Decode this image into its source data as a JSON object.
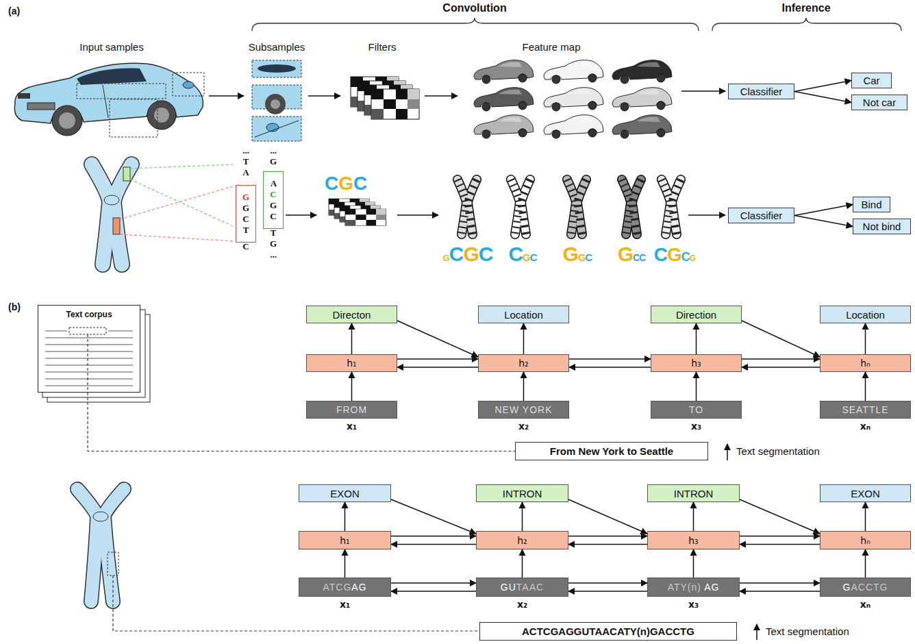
{
  "diagram": {
    "nodes": [
      {
        "text": [
          "Classifier"
        ]
      },
      {
        "text": [
          "Car"
        ]
      },
      {
        "text": [
          "Not car"
        ]
      },
      {
        "text": [
          "G G C T"
        ]
      },
      {
        "text": [
          "A C G C"
        ]
      },
      {
        "text": [
          "Classifier"
        ]
      },
      {
        "text": [
          "Bind"
        ]
      },
      {
        "text": [
          "Not bind"
        ]
      },
      {
        "text": [
          "Text corpus"
        ]
      },
      {
        "text": [
          "Directon"
        ]
      },
      {
        "text": [
          "Location"
        ]
      },
      {
        "text": [
          "Direction"
        ]
      },
      {
        "text": [
          "Location"
        ]
      },
      {
        "text": [
          "h₁"
        ]
      },
      {
        "text": [
          "h₂"
        ]
      },
      {
        "text": [
          "h₃"
        ]
      },
      {
        "text": [
          "hₙ"
        ]
      },
      {
        "text": [
          "FROM"
        ]
      },
      {
        "text": [
          "NEW YORK"
        ]
      },
      {
        "text": [
          "TO"
        ]
      },
      {
        "text": [
          "SEATTLE"
        ]
      },
      {
        "text": [
          "From New York to Seattle"
        ]
      },
      {
        "text": [
          "EXON"
        ]
      },
      {
        "text": [
          "INTRON"
        ]
      },
      {
        "text": [
          "INTRON"
        ]
      },
      {
        "text": [
          "EXON"
        ]
      },
      {
        "text": [
          "h₁"
        ]
      },
      {
        "text": [
          "h₂"
        ]
      },
      {
        "text": [
          "h₃"
        ]
      },
      {
        "text": [
          "hₙ"
        ]
      },
      {
        "text": [
          "ATCGAG"
        ]
      },
      {
        "text": [
          "GUTAAC"
        ]
      },
      {
        "text": [
          "ATY(n) AG"
        ]
      },
      {
        "text": [
          "GACCTG"
        ]
      },
      {
        "text": [
          "ACTCGAGGUTAACATY(n)GACCTG"
        ]
      }
    ],
    "edges": [
      {
        "from": 0,
        "to": 1,
        "arrow": "to"
      },
      {
        "from": 0,
        "to": 2,
        "arrow": "to"
      },
      {
        "from": 5,
        "to": 6,
        "arrow": "to"
      },
      {
        "from": 5,
        "to": 7,
        "arrow": "to"
      },
      {
        "from": 8,
        "to": 21,
        "arrow": "none"
      },
      {
        "from": 17,
        "to": 13,
        "arrow": "to"
      },
      {
        "from": 18,
        "to": 14,
        "arrow": "to"
      },
      {
        "from": 19,
        "to": 15,
        "arrow": "to"
      },
      {
        "from": 20,
        "to": 16,
        "arrow": "to"
      },
      {
        "from": 13,
        "to": 9,
        "arrow": "to"
      },
      {
        "from": 14,
        "to": 10,
        "arrow": "to"
      },
      {
        "from": 15,
        "to": 11,
        "arrow": "to"
      },
      {
        "from": 16,
        "to": 12,
        "arrow": "to"
      },
      {
        "from": 13,
        "to": 14,
        "arrow": "to"
      },
      {
        "from": 14,
        "to": 13,
        "arrow": "to"
      },
      {
        "from": 14,
        "to": 15,
        "arrow": "to"
      },
      {
        "from": 15,
        "to": 14,
        "arrow": "to"
      },
      {
        "from": 15,
        "to": 16,
        "arrow": "to"
      },
      {
        "from": 16,
        "to": 15,
        "arrow": "to"
      },
      {
        "from": 9,
        "to": 14,
        "arrow": "to"
      },
      {
        "from": 11,
        "to": 16,
        "arrow": "to"
      },
      {
        "from": 30,
        "to": 26,
        "arrow": "to"
      },
      {
        "from": 31,
        "to": 27,
        "arrow": "to"
      },
      {
        "from": 32,
        "to": 28,
        "arrow": "to"
      },
      {
        "from": 33,
        "to": 29,
        "arrow": "to"
      },
      {
        "from": 26,
        "to": 22,
        "arrow": "to"
      },
      {
        "from": 27,
        "to": 23,
        "arrow": "to"
      },
      {
        "from": 28,
        "to": 24,
        "arrow": "to"
      },
      {
        "from": 29,
        "to": 25,
        "arrow": "to"
      },
      {
        "from": 26,
        "to": 27,
        "arrow": "to"
      },
      {
        "from": 27,
        "to": 26,
        "arrow": "to"
      },
      {
        "from": 27,
        "to": 28,
        "arrow": "to"
      },
      {
        "from": 28,
        "to": 27,
        "arrow": "to"
      },
      {
        "from": 28,
        "to": 29,
        "arrow": "to"
      },
      {
        "from": 29,
        "to": 28,
        "arrow": "to"
      },
      {
        "from": 30,
        "to": 31,
        "arrow": "to"
      },
      {
        "from": 31,
        "to": 30,
        "arrow": "to"
      },
      {
        "from": 31,
        "to": 32,
        "arrow": "to"
      },
      {
        "from": 32,
        "to": 31,
        "arrow": "to"
      },
      {
        "from": 32,
        "to": 33,
        "arrow": "to"
      },
      {
        "from": 33,
        "to": 32,
        "arrow": "to"
      },
      {
        "from": 22,
        "to": 27,
        "arrow": "to"
      },
      {
        "from": 23,
        "to": 28,
        "arrow": "to"
      },
      {
        "from": 24,
        "to": 29,
        "arrow": "to"
      }
    ],
    "labels": [
      "(a)",
      "Convolution",
      "Inference",
      "Input samples",
      "Subsamples",
      "Filters",
      "Feature map",
      "... T A",
      "... G",
      "C",
      "T G ...",
      "CGC",
      "GCGC",
      "CGC",
      "GGC",
      "GCC",
      "CGCG",
      "(b)",
      "x₁",
      "x₂",
      "x₃",
      "xₙ",
      "Text segmentation",
      "x₁",
      "x₂",
      "x₃",
      "xₙ",
      "Text segmentation"
    ]
  }
}
